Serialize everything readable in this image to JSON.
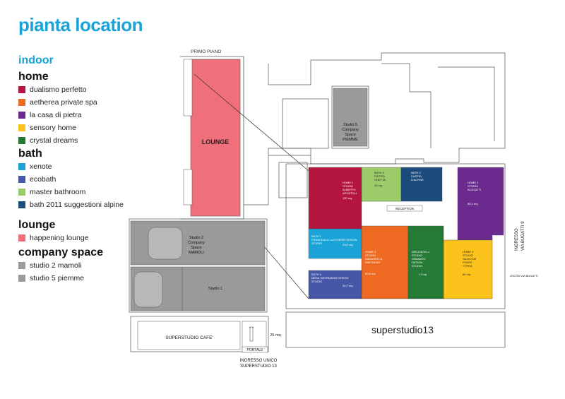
{
  "title": "pianta location",
  "legend": {
    "indoor": "indoor",
    "groups": [
      {
        "heading": "home",
        "items": [
          {
            "label": "dualismo perfetto",
            "color": "#b5163f"
          },
          {
            "label": "aetherea private spa",
            "color": "#ee6a22"
          },
          {
            "label": "la casa di pietra",
            "color": "#6b2b8e"
          },
          {
            "label": "sensory home",
            "color": "#fbc31c"
          },
          {
            "label": "crystal dreams",
            "color": "#257a36"
          }
        ]
      },
      {
        "heading": "bath",
        "items": [
          {
            "label": "xenote",
            "color": "#1ba3d8"
          },
          {
            "label": "ecobath",
            "color": "#4657a7"
          },
          {
            "label": "master bathroom",
            "color": "#9ccb6a"
          },
          {
            "label": "bath 2011 suggestioni alpine",
            "color": "#1b4c7c"
          }
        ]
      },
      {
        "heading": "lounge",
        "items": [
          {
            "label": "happening lounge",
            "color": "#ef6f7b"
          }
        ]
      },
      {
        "heading": "company space",
        "items": [
          {
            "label": "studio 2 mamoli",
            "color": "#9a9a9a"
          },
          {
            "label": "studio 5 piemme",
            "color": "#9a9a9a"
          }
        ]
      }
    ]
  },
  "map": {
    "primo_piano": "PRIMO PIANO",
    "lounge": "LOUNGE",
    "studio5": [
      "Studio 5",
      "Company",
      "Space",
      "PIEMME"
    ],
    "studio2": [
      "Studio 2",
      "Company",
      "Space",
      "MAMOLI"
    ],
    "studio1": "Studio 1",
    "superstudio_cafe": "SUPERSTUDIO CAFE'",
    "superstudio13": "superstudio13",
    "reception": "RECEPTION",
    "portale": "PORTALE",
    "mq25": "25 mq",
    "ingresso_unico": [
      "INGRESSO UNICO",
      "SUPERSTUDIO 13"
    ],
    "ingresso_via": [
      "INGRESSO",
      "VIA BUGATTI 9"
    ],
    "bath_pietro": [
      "BATH 3",
      "PIETRO",
      "GHETTA"
    ],
    "bath_2": [
      "BATH 2",
      "CASTEL",
      "D'ALPINE"
    ],
    "home1": [
      "HOME 1",
      "STUDIO",
      "ALBERTO",
      "APOSTOLI"
    ],
    "home2": [
      "HOME 2",
      "STUDIO",
      "BOZZATTI"
    ],
    "bath1": [
      "BATH 1",
      "FRANCESCO LUCCHESE DESIGN",
      "STUDIO"
    ],
    "home3": [
      "HOME 3",
      "STUDIO",
      "BIZZARRO &",
      "PARTNERS"
    ],
    "wellness": [
      "WELLNESS 1",
      "STUDIO",
      "GRANATO",
      "DESIGN",
      "STUDIO"
    ],
    "home4": [
      "HOME 4",
      "STUDIO",
      "SILVIO DE",
      "PONTE",
      "+OPRA"
    ],
    "bath4": [
      "BATH 4",
      "MENZ GEHRMANN DESIGN",
      "STUDIO"
    ],
    "mq_home1": "120 mq",
    "mq_bath3": "40 mq",
    "mq_bath1": "33,5 mq",
    "mq_home3": "60,5 mq",
    "mq_well": "17 mq",
    "mq_home4": "80 mq",
    "mq_home2": "86,4 mq",
    "mq_bath4": "42,7 mq",
    "uscita": "USCITA VIA BUGATTI"
  }
}
